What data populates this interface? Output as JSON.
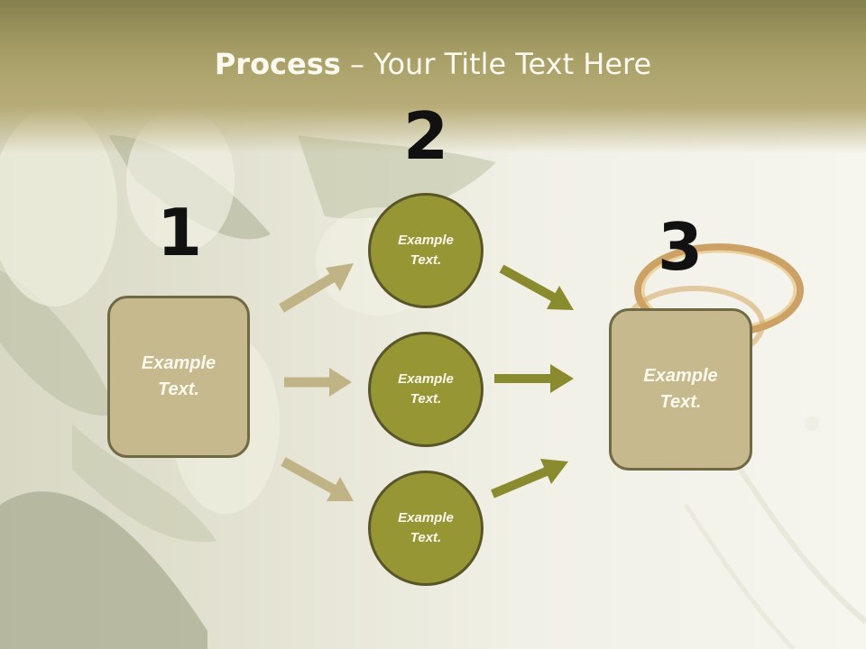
{
  "slide": {
    "title_bold": "Process",
    "title_rest": " – Your Title Text Here"
  },
  "steps": [
    {
      "number": "1",
      "label": "Example Text."
    },
    {
      "number": "2",
      "items": [
        "Example Text.",
        "Example Text.",
        "Example Text."
      ]
    },
    {
      "number": "3",
      "label": "Example Text."
    }
  ],
  "colors": {
    "box_fill": "#c7b98e",
    "box_border": "#6f6a45",
    "circle_fill": "#979634",
    "circle_border": "#585629",
    "arrow_light": "#c0b487",
    "arrow_dark": "#8a8a2e",
    "title_band": "#a79e67"
  }
}
